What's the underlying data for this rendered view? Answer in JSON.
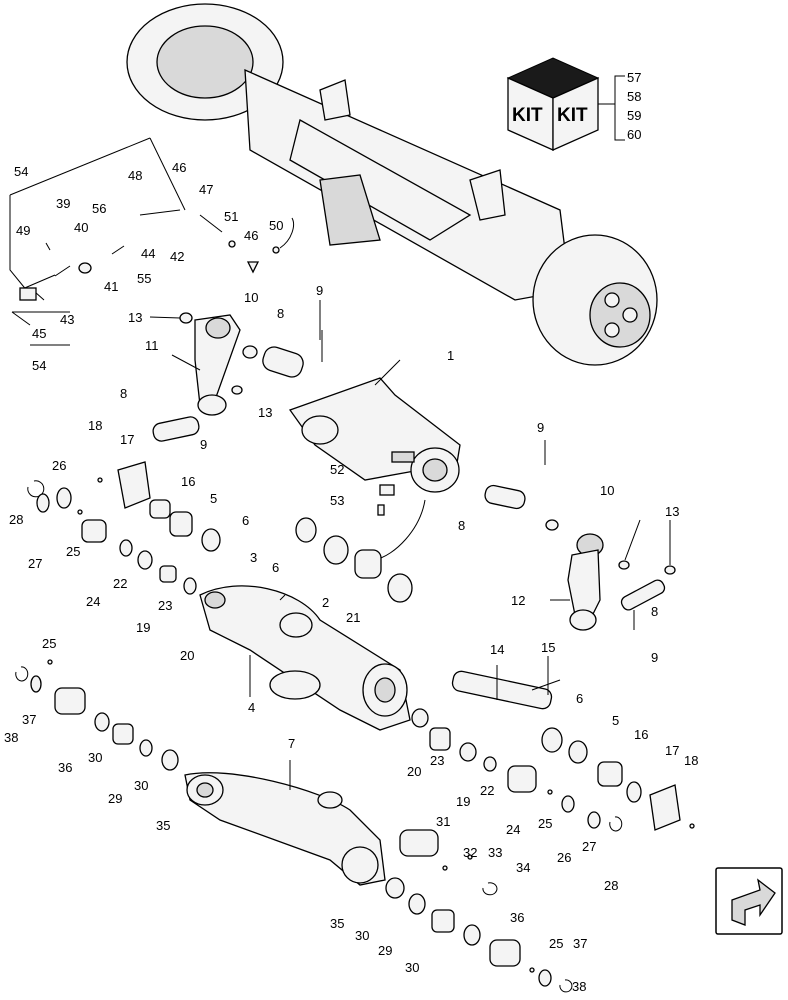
{
  "kit": {
    "label_left": "KIT",
    "label_right": "KIT",
    "parts": [
      "57",
      "58",
      "59",
      "60"
    ]
  },
  "callouts": [
    {
      "id": "c1",
      "text": "1"
    },
    {
      "id": "c2",
      "text": "2"
    },
    {
      "id": "c3",
      "text": "3"
    },
    {
      "id": "c4",
      "text": "4"
    },
    {
      "id": "c5a",
      "text": "5"
    },
    {
      "id": "c5b",
      "text": "5"
    },
    {
      "id": "c6a",
      "text": "6"
    },
    {
      "id": "c6b",
      "text": "6"
    },
    {
      "id": "c6c",
      "text": "6"
    },
    {
      "id": "c7",
      "text": "7"
    },
    {
      "id": "c8a",
      "text": "8"
    },
    {
      "id": "c8b",
      "text": "8"
    },
    {
      "id": "c8c",
      "text": "8"
    },
    {
      "id": "c8d",
      "text": "8"
    },
    {
      "id": "c9a",
      "text": "9"
    },
    {
      "id": "c9b",
      "text": "9"
    },
    {
      "id": "c9c",
      "text": "9"
    },
    {
      "id": "c9d",
      "text": "9"
    },
    {
      "id": "c10a",
      "text": "10"
    },
    {
      "id": "c10b",
      "text": "10"
    },
    {
      "id": "c11",
      "text": "11"
    },
    {
      "id": "c12",
      "text": "12"
    },
    {
      "id": "c13a",
      "text": "13"
    },
    {
      "id": "c13b",
      "text": "13"
    },
    {
      "id": "c13c",
      "text": "13"
    },
    {
      "id": "c14",
      "text": "14"
    },
    {
      "id": "c15",
      "text": "15"
    },
    {
      "id": "c16a",
      "text": "16"
    },
    {
      "id": "c16b",
      "text": "16"
    },
    {
      "id": "c17a",
      "text": "17"
    },
    {
      "id": "c17b",
      "text": "17"
    },
    {
      "id": "c18a",
      "text": "18"
    },
    {
      "id": "c18b",
      "text": "18"
    },
    {
      "id": "c19a",
      "text": "19"
    },
    {
      "id": "c19b",
      "text": "19"
    },
    {
      "id": "c20a",
      "text": "20"
    },
    {
      "id": "c20b",
      "text": "20"
    },
    {
      "id": "c21",
      "text": "21"
    },
    {
      "id": "c22a",
      "text": "22"
    },
    {
      "id": "c22b",
      "text": "22"
    },
    {
      "id": "c23a",
      "text": "23"
    },
    {
      "id": "c23b",
      "text": "23"
    },
    {
      "id": "c24a",
      "text": "24"
    },
    {
      "id": "c24b",
      "text": "24"
    },
    {
      "id": "c25a",
      "text": "25"
    },
    {
      "id": "c25b",
      "text": "25"
    },
    {
      "id": "c25c",
      "text": "25"
    },
    {
      "id": "c25d",
      "text": "25"
    },
    {
      "id": "c26a",
      "text": "26"
    },
    {
      "id": "c26b",
      "text": "26"
    },
    {
      "id": "c27a",
      "text": "27"
    },
    {
      "id": "c27b",
      "text": "27"
    },
    {
      "id": "c28a",
      "text": "28"
    },
    {
      "id": "c28b",
      "text": "28"
    },
    {
      "id": "c29a",
      "text": "29"
    },
    {
      "id": "c29b",
      "text": "29"
    },
    {
      "id": "c30a",
      "text": "30"
    },
    {
      "id": "c30b",
      "text": "30"
    },
    {
      "id": "c30c",
      "text": "30"
    },
    {
      "id": "c30d",
      "text": "30"
    },
    {
      "id": "c31",
      "text": "31"
    },
    {
      "id": "c32",
      "text": "32"
    },
    {
      "id": "c33",
      "text": "33"
    },
    {
      "id": "c34",
      "text": "34"
    },
    {
      "id": "c35a",
      "text": "35"
    },
    {
      "id": "c35b",
      "text": "35"
    },
    {
      "id": "c36a",
      "text": "36"
    },
    {
      "id": "c36b",
      "text": "36"
    },
    {
      "id": "c37a",
      "text": "37"
    },
    {
      "id": "c37b",
      "text": "37"
    },
    {
      "id": "c38a",
      "text": "38"
    },
    {
      "id": "c38b",
      "text": "38"
    },
    {
      "id": "c39",
      "text": "39"
    },
    {
      "id": "c40",
      "text": "40"
    },
    {
      "id": "c41",
      "text": "41"
    },
    {
      "id": "c42",
      "text": "42"
    },
    {
      "id": "c43",
      "text": "43"
    },
    {
      "id": "c44",
      "text": "44"
    },
    {
      "id": "c45",
      "text": "45"
    },
    {
      "id": "c46a",
      "text": "46"
    },
    {
      "id": "c46b",
      "text": "46"
    },
    {
      "id": "c47",
      "text": "47"
    },
    {
      "id": "c48",
      "text": "48"
    },
    {
      "id": "c49",
      "text": "49"
    },
    {
      "id": "c50",
      "text": "50"
    },
    {
      "id": "c51",
      "text": "51"
    },
    {
      "id": "c52",
      "text": "52"
    },
    {
      "id": "c53",
      "text": "53"
    },
    {
      "id": "c54a",
      "text": "54"
    },
    {
      "id": "c54b",
      "text": "54"
    },
    {
      "id": "c55",
      "text": "55"
    },
    {
      "id": "c56",
      "text": "56"
    }
  ],
  "nav_icon": "next-page-arrow-icon"
}
